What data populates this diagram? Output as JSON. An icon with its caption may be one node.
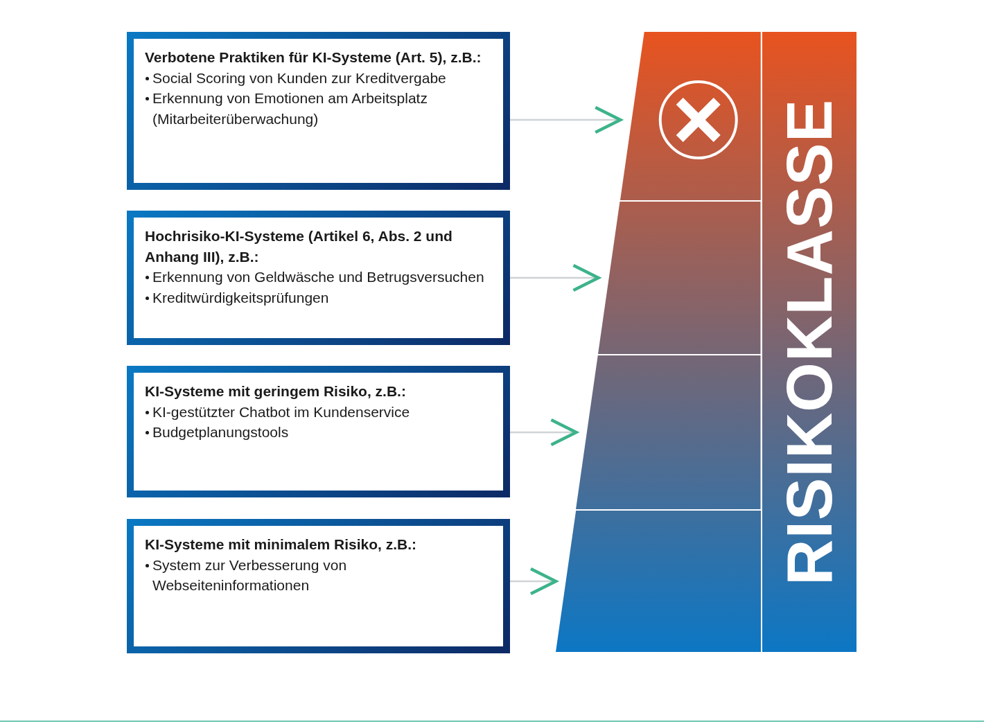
{
  "diagram": {
    "nodes": [
      {
        "text": [
          "Verbotene Praktiken für KI-Systeme (Art. 5), z.B.:",
          "Social Scoring von Kunden zur Kreditvergabe",
          "Erkennung von Emotionen am Arbeitsplatz (Mitarbeiterüberwachung)"
        ]
      },
      {
        "text": [
          "Hochrisiko-KI-Systeme (Artikel 6, Abs. 2 und Anhang III), z.B.:",
          "Erkennung von Geldwäsche und Betrugsversuchen",
          "Kreditwürdigkeitsprüfungen"
        ]
      },
      {
        "text": [
          "KI-Systeme mit geringem Risiko, z.B.:",
          "KI-gestützter Chatbot im Kundenservice",
          "Budgetplanungstools"
        ]
      },
      {
        "text": [
          "KI-Systeme mit minimalem Risiko, z.B.:",
          "System zur Verbesserung von Webseiteninformationen"
        ]
      },
      {
        "text": [],
        "shape": "box"
      },
      {
        "text": [],
        "shape": "box"
      },
      {
        "text": [],
        "shape": "box"
      },
      {
        "text": [],
        "shape": "box"
      },
      {
        "text": [
          "RISIKOKLASSE"
        ]
      }
    ],
    "edges": [
      {
        "from": 0,
        "to": 4,
        "arrow": "to"
      },
      {
        "from": 1,
        "to": 5,
        "arrow": "to"
      },
      {
        "from": 2,
        "to": 6,
        "arrow": "to"
      },
      {
        "from": 3,
        "to": 7,
        "arrow": "to"
      }
    ]
  }
}
